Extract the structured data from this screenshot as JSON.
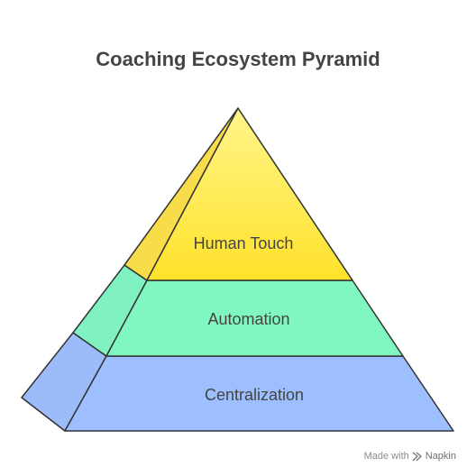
{
  "title": "Coaching Ecosystem Pyramid",
  "layers": [
    {
      "label": "Human Touch",
      "front_color": "#FFE43A",
      "side_color": "#F9DC4A"
    },
    {
      "label": "Automation",
      "front_color": "#80F7C0",
      "side_color": "#80F2C2"
    },
    {
      "label": "Centralization",
      "front_color": "#9DBFFF",
      "side_color": "#9BBCF8"
    }
  ],
  "outline_color": "#333333",
  "watermark": {
    "prefix": "Made with",
    "brand": "Napkin",
    "icon": "napkin-logo-icon"
  }
}
